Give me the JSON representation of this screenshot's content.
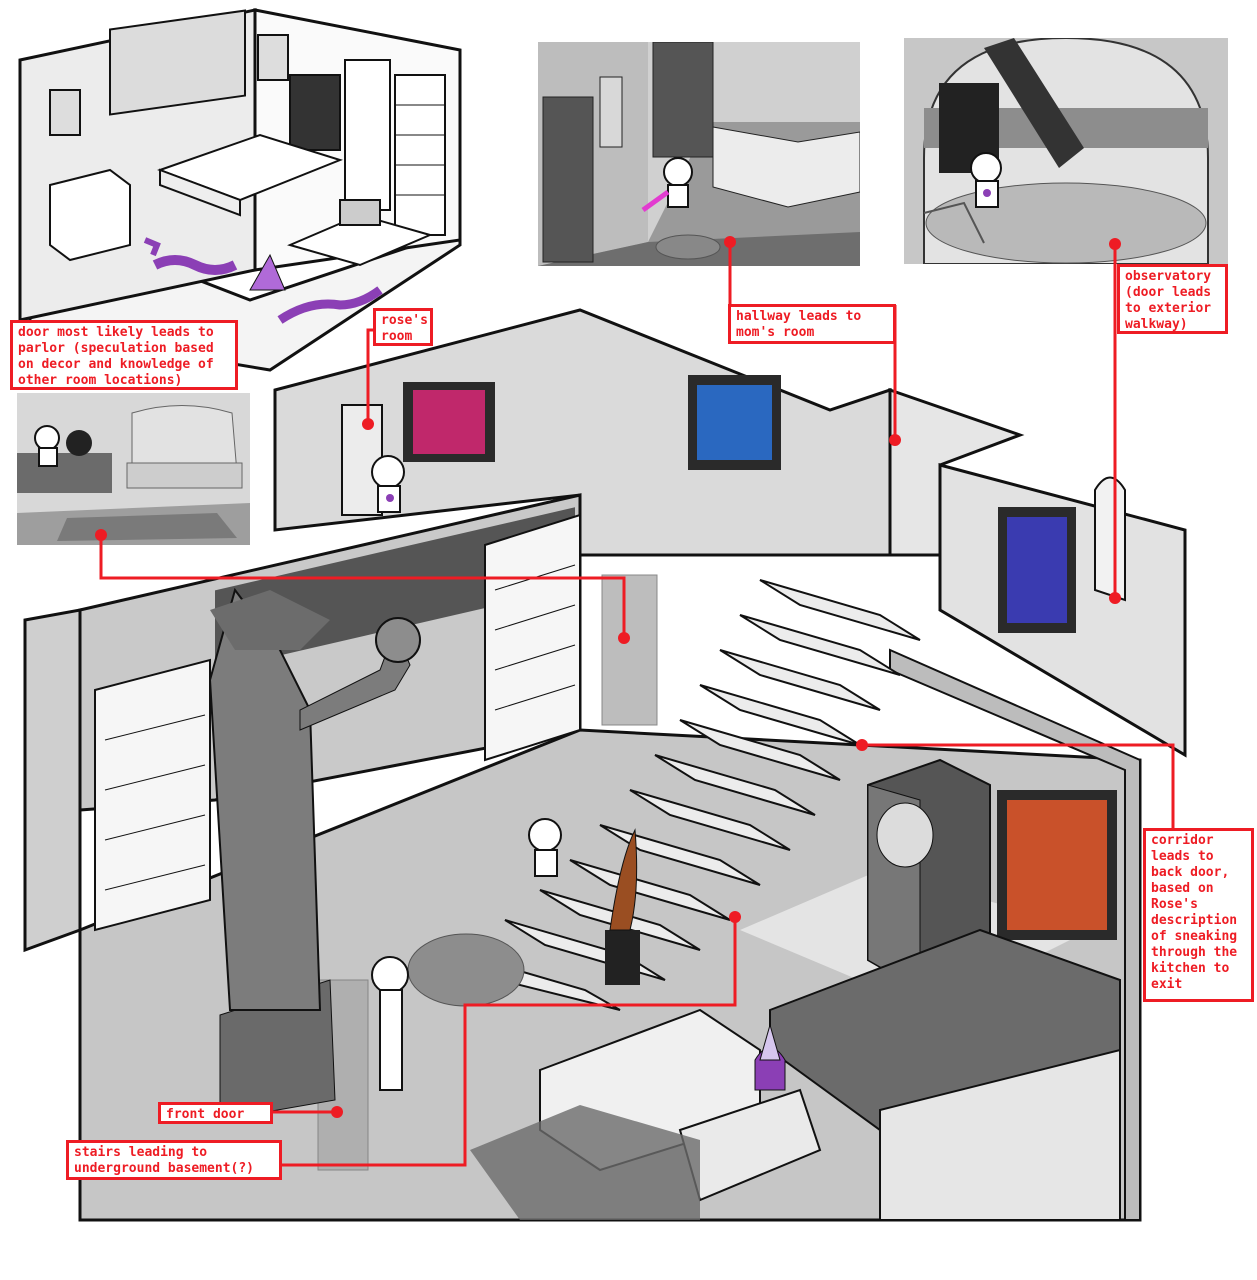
{
  "labels": {
    "roses_room": "rose's\nroom",
    "hallway": "hallway leads to\nmom's room",
    "observatory": "observatory\n(door leads\nto exterior\n walkway)",
    "parlor_door": "door most likely leads to\nparlor (speculation based\non decor and knowledge of\nother room locations)",
    "corridor": "corridor\nleads to\nback door,\nbased on\nRose's\ndescription\nof sneaking\nthrough the\nkitchen to\nexit",
    "front_door": "front door",
    "basement_stairs": "stairs leading to\nunderground basement(?)"
  },
  "colors": {
    "annotation": "#ee1c24",
    "wall": "#d9d9d9",
    "floor": "#bdbdbd",
    "outline": "#111111",
    "accent_purple": "#8b3fb5"
  },
  "icons": {
    "bookshelf": "bookshelf-icon",
    "statue": "wizard-statue-icon",
    "painting": "painting-icon",
    "stairs": "stairs-icon",
    "fridge": "fridge-icon",
    "sofa": "sofa-icon",
    "telescope": "telescope-icon",
    "bed": "bed-icon",
    "character": "character-icon"
  }
}
